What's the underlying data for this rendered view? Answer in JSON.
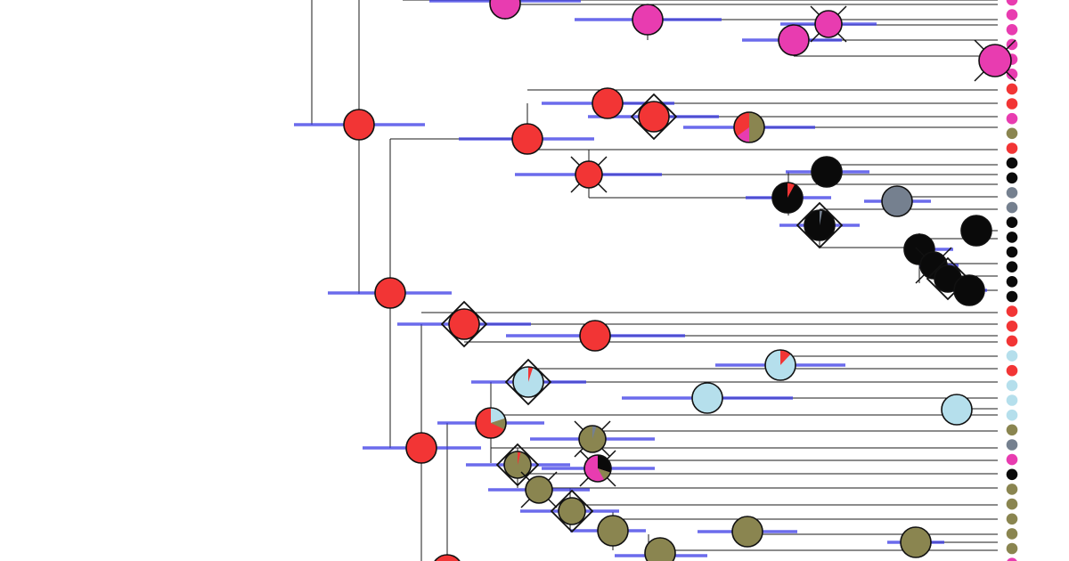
{
  "colors": {
    "red": "#f23535",
    "magenta": "#e83cb0",
    "olive": "#8a8550",
    "black": "#0a0a0a",
    "gray": "#75808f",
    "lightblue": "#b5dfec",
    "hpd": "#3a3ae6",
    "branch": "#1a1a1a"
  },
  "tip_states": [
    "magenta",
    "magenta",
    "magenta",
    "magenta",
    "magenta",
    "magenta",
    "red",
    "red",
    "magenta",
    "olive",
    "red",
    "black",
    "black",
    "gray",
    "gray",
    "black",
    "black",
    "black",
    "black",
    "black",
    "black",
    "red",
    "red",
    "red",
    "lightblue",
    "red",
    "lightblue",
    "lightblue",
    "lightblue",
    "olive",
    "gray",
    "magenta",
    "black",
    "olive",
    "olive",
    "olive",
    "olive",
    "olive",
    "magenta"
  ],
  "nodes": [
    {
      "state": "red",
      "marker": "none"
    },
    {
      "state": "magenta",
      "marker": "none"
    },
    {
      "state": "magenta",
      "marker": "none"
    },
    {
      "state": "magenta",
      "marker": "cross"
    },
    {
      "state": "magenta",
      "marker": "none"
    },
    {
      "state": "magenta",
      "marker": "cross"
    },
    {
      "state": "red",
      "marker": "none"
    },
    {
      "state": "red",
      "marker": "none"
    },
    {
      "state": "red",
      "marker": "diamond"
    },
    {
      "state": "red",
      "mix": [
        [
          "olive",
          0.5
        ],
        [
          "magenta",
          0.15
        ]
      ],
      "marker": "none"
    },
    {
      "state": "red",
      "marker": "cross"
    },
    {
      "state": "black",
      "marker": "none"
    },
    {
      "state": "black",
      "mix": [
        [
          "red",
          0.08
        ]
      ],
      "marker": "none"
    },
    {
      "state": "gray",
      "marker": "none"
    },
    {
      "state": "black",
      "mix": [
        [
          "gray",
          0.03
        ]
      ],
      "marker": "diamond"
    },
    {
      "state": "black",
      "marker": "none"
    },
    {
      "state": "black",
      "marker": "none"
    },
    {
      "state": "black",
      "marker": "cross"
    },
    {
      "state": "black",
      "marker": "diamond"
    },
    {
      "state": "black",
      "marker": "none"
    },
    {
      "state": "red",
      "marker": "none"
    },
    {
      "state": "red",
      "marker": "diamond"
    },
    {
      "state": "red",
      "marker": "none"
    },
    {
      "state": "lightblue",
      "mix": [
        [
          "red",
          0.12
        ]
      ],
      "marker": "none"
    },
    {
      "state": "lightblue",
      "mix": [
        [
          "red",
          0.05
        ]
      ],
      "marker": "diamond"
    },
    {
      "state": "lightblue",
      "marker": "none"
    },
    {
      "state": "lightblue",
      "marker": "none"
    },
    {
      "state": "red",
      "marker": "none"
    },
    {
      "state": "red",
      "mix": [
        [
          "lightblue",
          0.2
        ],
        [
          "olive",
          0.12
        ]
      ],
      "marker": "none"
    },
    {
      "state": "olive",
      "mix": [
        [
          "gray",
          0.05
        ]
      ],
      "marker": "cross"
    },
    {
      "state": "olive",
      "mix": [
        [
          "red",
          0.04
        ]
      ],
      "marker": "diamond"
    },
    {
      "state": "magenta",
      "mix": [
        [
          "black",
          0.3
        ],
        [
          "olive",
          0.12
        ]
      ],
      "marker": "cross"
    },
    {
      "state": "olive",
      "marker": "cross"
    },
    {
      "state": "olive",
      "marker": "diamond"
    },
    {
      "state": "olive",
      "marker": "none"
    },
    {
      "state": "olive",
      "marker": "none"
    },
    {
      "state": "olive",
      "marker": "none"
    },
    {
      "state": "olive",
      "marker": "none"
    },
    {
      "state": "red",
      "marker": "none"
    }
  ]
}
